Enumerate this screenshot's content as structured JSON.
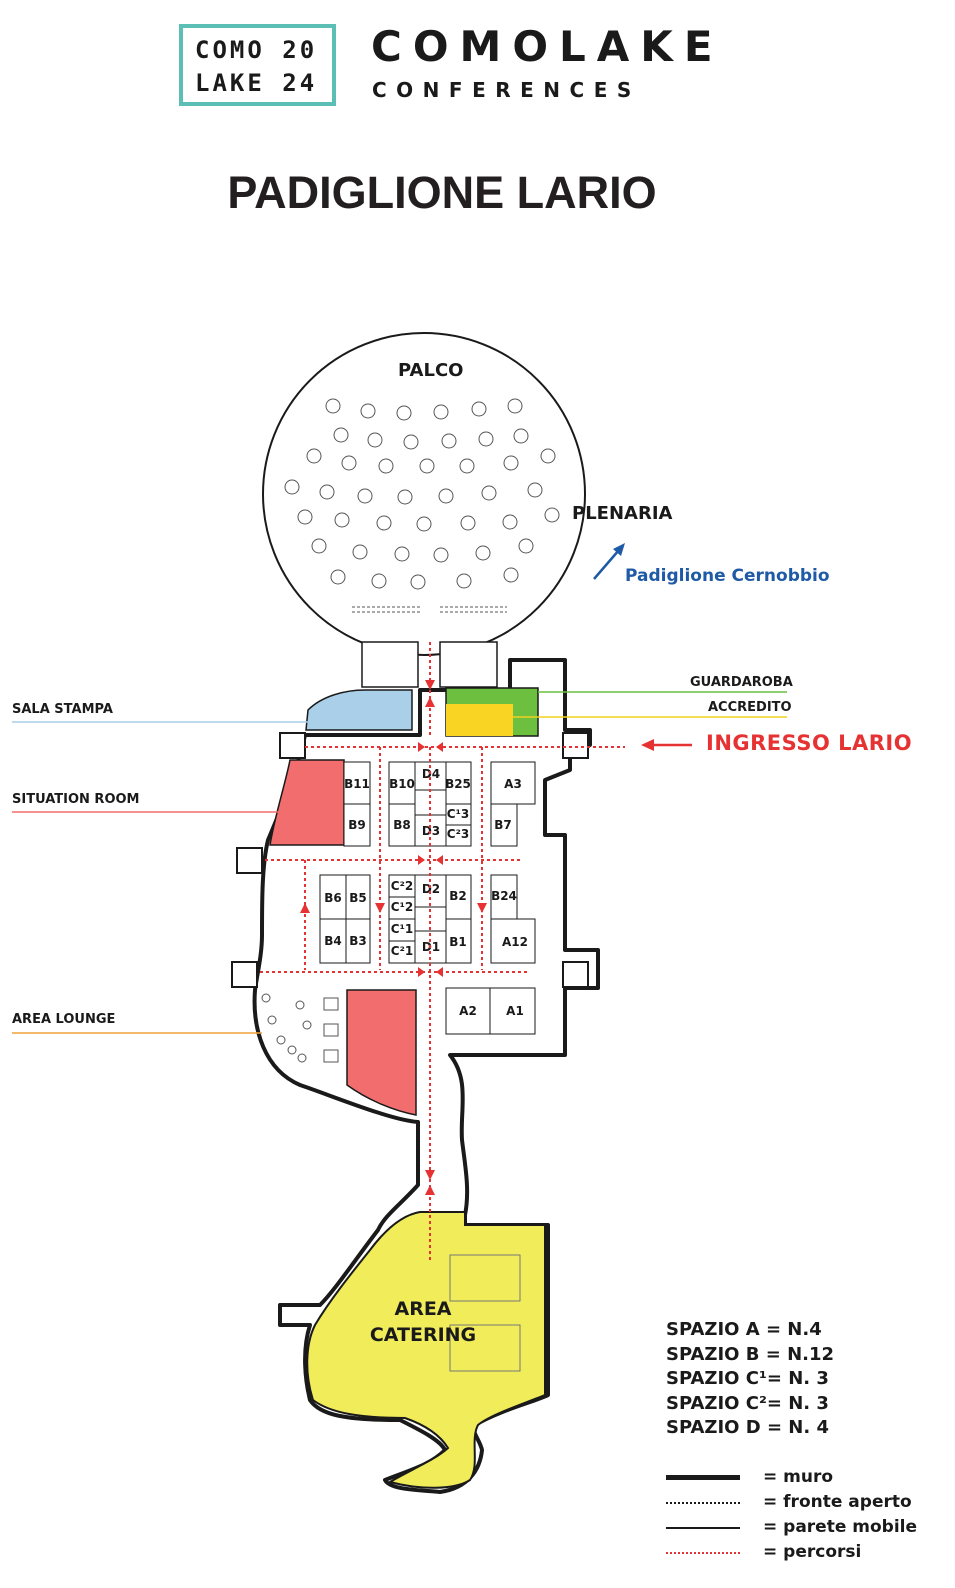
{
  "logo": {
    "box_line1": "COMO 20",
    "box_line2": "LAKE 24",
    "brand": "COMOLAKE",
    "brand_sub": "CONFERENCES",
    "box_color": "#5bbfb5"
  },
  "title": "PADIGLIONE LARIO",
  "rooms": {
    "palco": "PALCO",
    "plenaria": "PLENARIA",
    "cernobbio_link": "Padiglione Cernobbio",
    "area_catering_line1": "AREA",
    "area_catering_line2": "CATERING"
  },
  "callouts": [
    {
      "label": "GUARDAROBA",
      "color": "#6cbf3f"
    },
    {
      "label": "ACCREDITO",
      "color": "#f2d21f"
    },
    {
      "label": "SALA STAMPA",
      "color": "#a9cfe9"
    },
    {
      "label": "SITUATION ROOM",
      "color": "#f26d6d"
    },
    {
      "label": "AREA LOUNGE",
      "color": "#f2a23a"
    }
  ],
  "entrance": {
    "label": "INGRESSO LARIO",
    "color": "#e63232"
  },
  "stalls": {
    "row1_left": [
      "B11",
      "B9"
    ],
    "row1_b10": "B10",
    "row1_b8": "B8",
    "row1_d": [
      "D4",
      "D3"
    ],
    "row1_c": [
      "B25",
      "C¹3",
      "C²3"
    ],
    "row1_a3": "A3",
    "row1_b7": "B7",
    "row2_left_top": [
      "B6",
      "B5"
    ],
    "row2_left_bottom": [
      "B4",
      "B3"
    ],
    "row2_c": [
      "C²2",
      "C¹2",
      "C¹1",
      "C²1"
    ],
    "row2_d": [
      "D2",
      "D1"
    ],
    "row2_b": [
      "B2",
      "B1"
    ],
    "row2_b24": "B24",
    "row2_a12": "A12",
    "row3": [
      "A2",
      "A1"
    ]
  },
  "counts": [
    "SPAZIO A = N.4",
    "SPAZIO B = N.12",
    "SPAZIO C¹= N. 3",
    "SPAZIO C²= N. 3",
    "SPAZIO D = N. 4"
  ],
  "legend": [
    {
      "key": "muro",
      "label": "= muro"
    },
    {
      "key": "fronte",
      "label": "= fronte aperto"
    },
    {
      "key": "parete",
      "label": "= parete mobile"
    },
    {
      "key": "percorsi",
      "label": "= percorsi"
    }
  ],
  "colors": {
    "sala_stampa": "#a9cfe9",
    "situation_room": "#f26d6d",
    "guardaroba": "#6cbf3f",
    "accredito": "#f9d423",
    "catering": "#f0ec5a",
    "route": "#e63232",
    "cernobbio": "#1f5aa6"
  }
}
